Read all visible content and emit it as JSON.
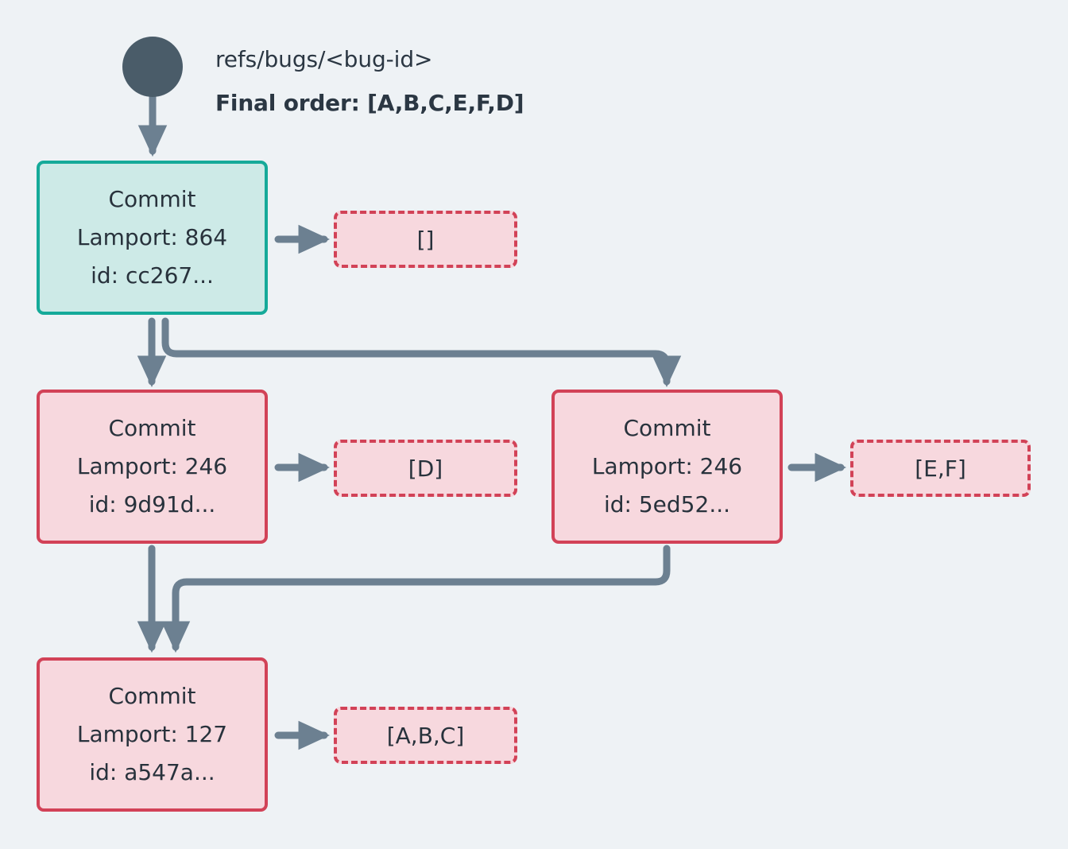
{
  "background_color": "#eef2f5",
  "palette": {
    "head_fill": "#cdeae7",
    "head_border": "#15aa99",
    "commit_fill": "#f7d8de",
    "commit_border": "#d24257",
    "edge": "#6c8091",
    "root_dot": "#4a5c69",
    "text": "#28323c"
  },
  "ref": {
    "path": "refs/bugs/<bug-id>",
    "final_order": "Final order: [A,B,C,E,F,D]"
  },
  "nodes": [
    {
      "id": "cc267",
      "kind": "head",
      "title": "Commit",
      "lamport": "Lamport: 864",
      "id_line": "id: cc267..."
    },
    {
      "id": "9d91d",
      "kind": "commit",
      "title": "Commit",
      "lamport": "Lamport: 246",
      "id_line": "id: 9d91d..."
    },
    {
      "id": "5ed52",
      "kind": "commit",
      "title": "Commit",
      "lamport": "Lamport: 246",
      "id_line": "id: 5ed52..."
    },
    {
      "id": "a547a",
      "kind": "commit",
      "title": "Commit",
      "lamport": "Lamport: 127",
      "id_line": "id: a547a..."
    }
  ],
  "operation_boxes": [
    {
      "for_node": "cc267",
      "ops": "[]"
    },
    {
      "for_node": "9d91d",
      "ops": "[D]"
    },
    {
      "for_node": "5ed52",
      "ops": "[E,F]"
    },
    {
      "for_node": "a547a",
      "ops": "[A,B,C]"
    }
  ],
  "edges": [
    {
      "from": "ref-root",
      "to": "cc267"
    },
    {
      "from": "cc267",
      "to": "9d91d"
    },
    {
      "from": "cc267",
      "to": "5ed52"
    },
    {
      "from": "cc267",
      "to": "ops-empty"
    },
    {
      "from": "9d91d",
      "to": "a547a"
    },
    {
      "from": "5ed52",
      "to": "a547a"
    },
    {
      "from": "9d91d",
      "to": "ops-d"
    },
    {
      "from": "5ed52",
      "to": "ops-ef"
    },
    {
      "from": "a547a",
      "to": "ops-abc"
    }
  ]
}
